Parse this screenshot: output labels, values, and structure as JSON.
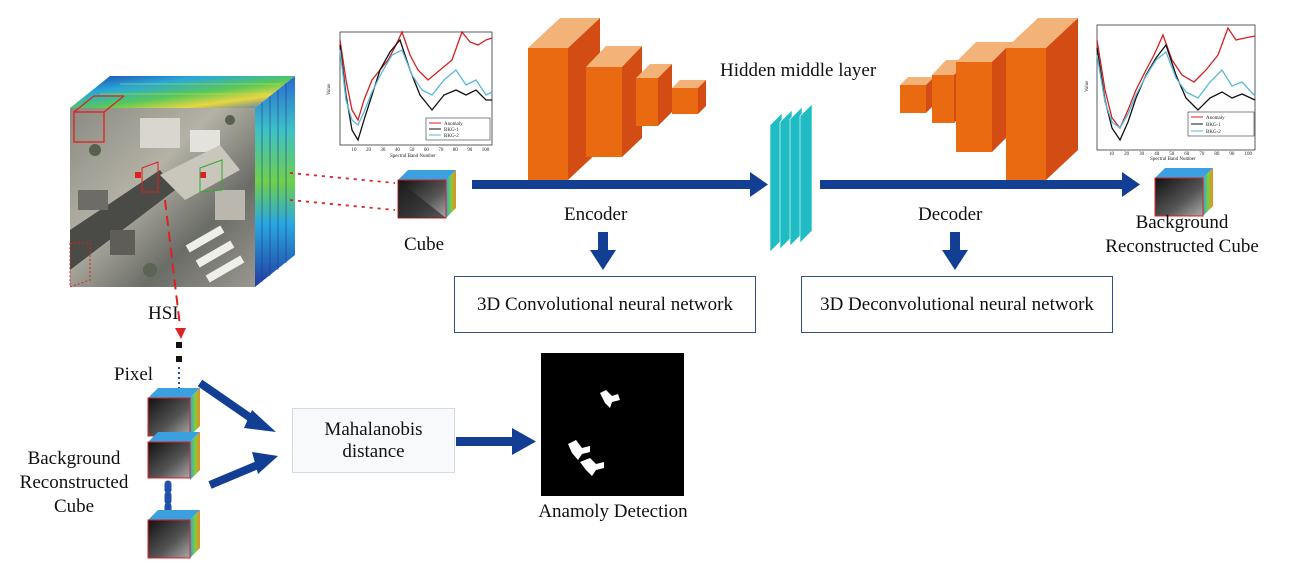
{
  "labels": {
    "hsi": "HSI",
    "cube": "Cube",
    "encoder": "Encoder",
    "decoder": "Decoder",
    "hidden_layer": "Hidden middle layer",
    "bg_cube_top_line1": "Background",
    "bg_cube_top_line2": "Reconstructed Cube",
    "pixel": "Pixel",
    "bg_cube_left_line1": "Background",
    "bg_cube_left_line2": "Reconstructed",
    "bg_cube_left_line3": "Cube",
    "mahalanobis_line1": "Mahalanobis",
    "mahalanobis_line2": "distance",
    "anomaly_detection": "Anamoly Detection"
  },
  "boxes": {
    "conv": "3D Convolutional neural network",
    "deconv": "3D Deconvolutional neural network"
  },
  "plots": {
    "ylabel": "Value",
    "xlabel": "Spectral Band Number",
    "x_ticks": [
      "10",
      "20",
      "30",
      "40",
      "50",
      "60",
      "70",
      "80",
      "90",
      "100"
    ],
    "legend": [
      "Anomaly",
      "BKG-1",
      "BKG-2"
    ]
  },
  "colors": {
    "arrow": "#123f94",
    "encoder_front": "#ea6a12",
    "encoder_top": "#f3b277",
    "encoder_side": "#d34c14",
    "hidden_layer": "#1fbcc4",
    "anomaly_line": "#d42020",
    "bkg1_line": "#111111",
    "bkg2_line": "#5ab8d8",
    "dashed_red": "#e02020"
  }
}
